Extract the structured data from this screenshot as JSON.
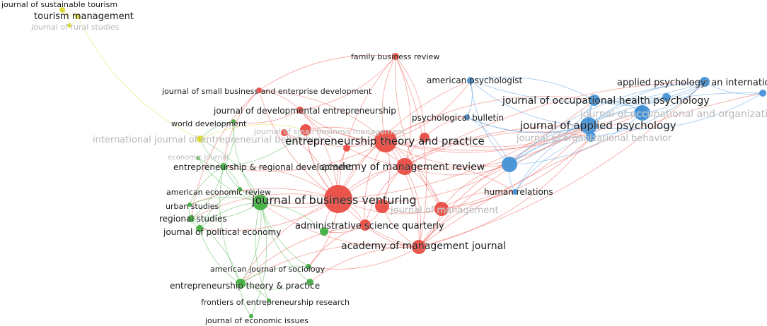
{
  "clusters": {
    "red": "#e8483f",
    "green": "#3cae3c",
    "blue": "#3f8fd6",
    "yellow": "#d9d629"
  },
  "nodes": [
    {
      "id": "jst",
      "label": "journal of sustainable tourism",
      "cluster": "yellow"
    },
    {
      "id": "tm",
      "label": "tourism management",
      "cluster": "yellow"
    },
    {
      "id": "jrs",
      "label": "journal of rural studies",
      "cluster": "yellow",
      "faded": true
    },
    {
      "id": "ijeb",
      "label": "international journal of entrepreneurial behaviour",
      "cluster": "yellow",
      "faded": true
    },
    {
      "id": "fbr",
      "label": "family business review",
      "cluster": "red"
    },
    {
      "id": "jsbed",
      "label": "journal of small business and enterprise development",
      "cluster": "red"
    },
    {
      "id": "jde",
      "label": "journal of developmental entrepreneurship",
      "cluster": "red"
    },
    {
      "id": "jsbm",
      "label": "journal of small business management",
      "cluster": "red",
      "faded": true
    },
    {
      "id": "etp",
      "label": "entrepreneurship theory and practice",
      "cluster": "red"
    },
    {
      "id": "amr",
      "label": "academy of management review",
      "cluster": "red"
    },
    {
      "id": "jbv",
      "label": "journal of business venturing",
      "cluster": "red"
    },
    {
      "id": "jom",
      "label": "journal of management",
      "cluster": "red",
      "faded": true
    },
    {
      "id": "asq",
      "label": "administrative science quarterly",
      "cluster": "red"
    },
    {
      "id": "amj",
      "label": "academy of management journal",
      "cluster": "red"
    },
    {
      "id": "smj",
      "label": "",
      "cluster": "red"
    },
    {
      "id": "os",
      "label": "",
      "cluster": "red"
    },
    {
      "id": "r1",
      "label": "",
      "cluster": "red"
    },
    {
      "id": "r2",
      "label": "",
      "cluster": "red"
    },
    {
      "id": "wd",
      "label": "world development",
      "cluster": "green"
    },
    {
      "id": "ej",
      "label": "economic journal",
      "cluster": "green",
      "faded": true
    },
    {
      "id": "erd",
      "label": "entrepreneurship & regional development",
      "cluster": "green"
    },
    {
      "id": "aer",
      "label": "american economic review",
      "cluster": "green"
    },
    {
      "id": "us",
      "label": "urban studies",
      "cluster": "green"
    },
    {
      "id": "rs",
      "label": "regional studies",
      "cluster": "green"
    },
    {
      "id": "jpe",
      "label": "journal of political economy",
      "cluster": "green"
    },
    {
      "id": "sbe",
      "label": "",
      "cluster": "green"
    },
    {
      "id": "ajs",
      "label": "american journal of sociology",
      "cluster": "green"
    },
    {
      "id": "etp2",
      "label": "entrepreneurship theory & practice",
      "cluster": "green"
    },
    {
      "id": "fer",
      "label": "frontiers of entrepreneurship research",
      "cluster": "green"
    },
    {
      "id": "jei",
      "label": "journal of economic issues",
      "cluster": "green"
    },
    {
      "id": "g1",
      "label": "",
      "cluster": "green"
    },
    {
      "id": "g2",
      "label": "",
      "cluster": "green"
    },
    {
      "id": "ap",
      "label": "american psychologist",
      "cluster": "blue"
    },
    {
      "id": "apir",
      "label": "applied psychology: an international review",
      "cluster": "blue"
    },
    {
      "id": "johp",
      "label": "journal of occupational health psychology",
      "cluster": "blue"
    },
    {
      "id": "jocp",
      "label": "journal of occupational and organizational psychology",
      "cluster": "blue",
      "faded": true
    },
    {
      "id": "ob_big",
      "label": "",
      "cluster": "blue"
    },
    {
      "id": "pb",
      "label": "psychological bulletin",
      "cluster": "blue"
    },
    {
      "id": "jap",
      "label": "journal of applied psychology",
      "cluster": "blue"
    },
    {
      "id": "job",
      "label": "journal of organizational behavior",
      "cluster": "blue",
      "faded": true
    },
    {
      "id": "hr",
      "label": "human relations",
      "cluster": "blue"
    },
    {
      "id": "b1",
      "label": "",
      "cluster": "blue"
    },
    {
      "id": "b2",
      "label": "",
      "cluster": "blue"
    },
    {
      "id": "b3",
      "label": "",
      "cluster": "blue"
    }
  ]
}
